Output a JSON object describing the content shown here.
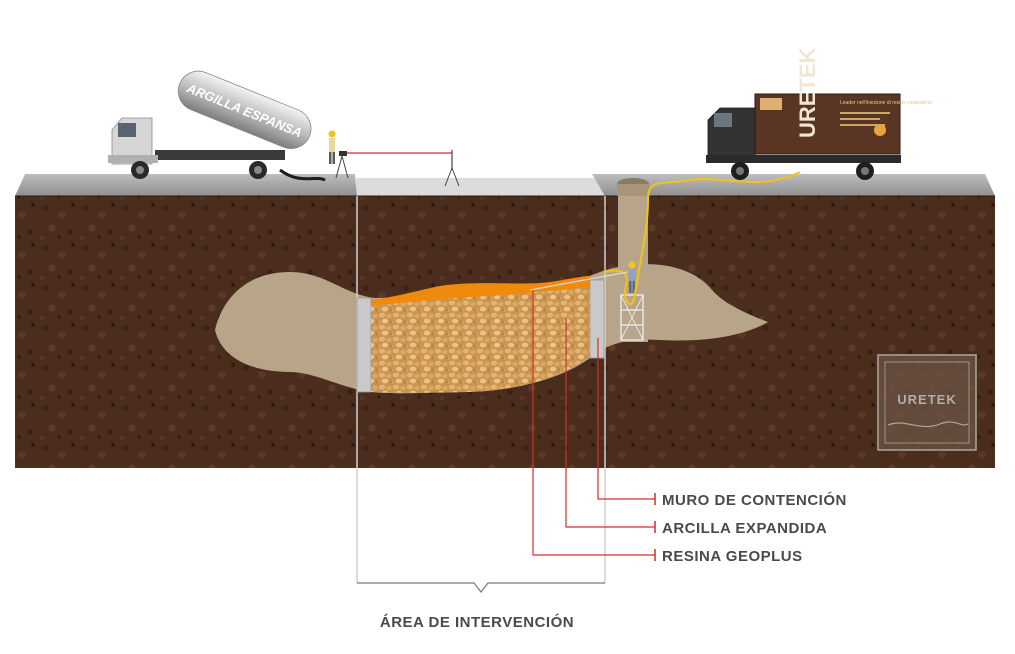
{
  "tank_label": "ARGILLA ESPANSA",
  "labels": {
    "retaining_wall": "MURO DE CONTENCIÓN",
    "expanded_clay": "ARCILLA EXPANDIDA",
    "geoplus_resin": "RESINA GEOPLUS"
  },
  "intervention_area": "ÁREA DE INTERVENCIÓN",
  "logo": "URETEK",
  "truck_brand": "URETEK",
  "truck_tagline": "Leader nell'iniezione di resine espandenti",
  "colors": {
    "soil": "#4a2c1c",
    "cavity": "#b9a68a",
    "clay": "#d9a861",
    "resin": "#f08a0c",
    "pointer": "#d0302a",
    "road": "#9a9a9a"
  }
}
